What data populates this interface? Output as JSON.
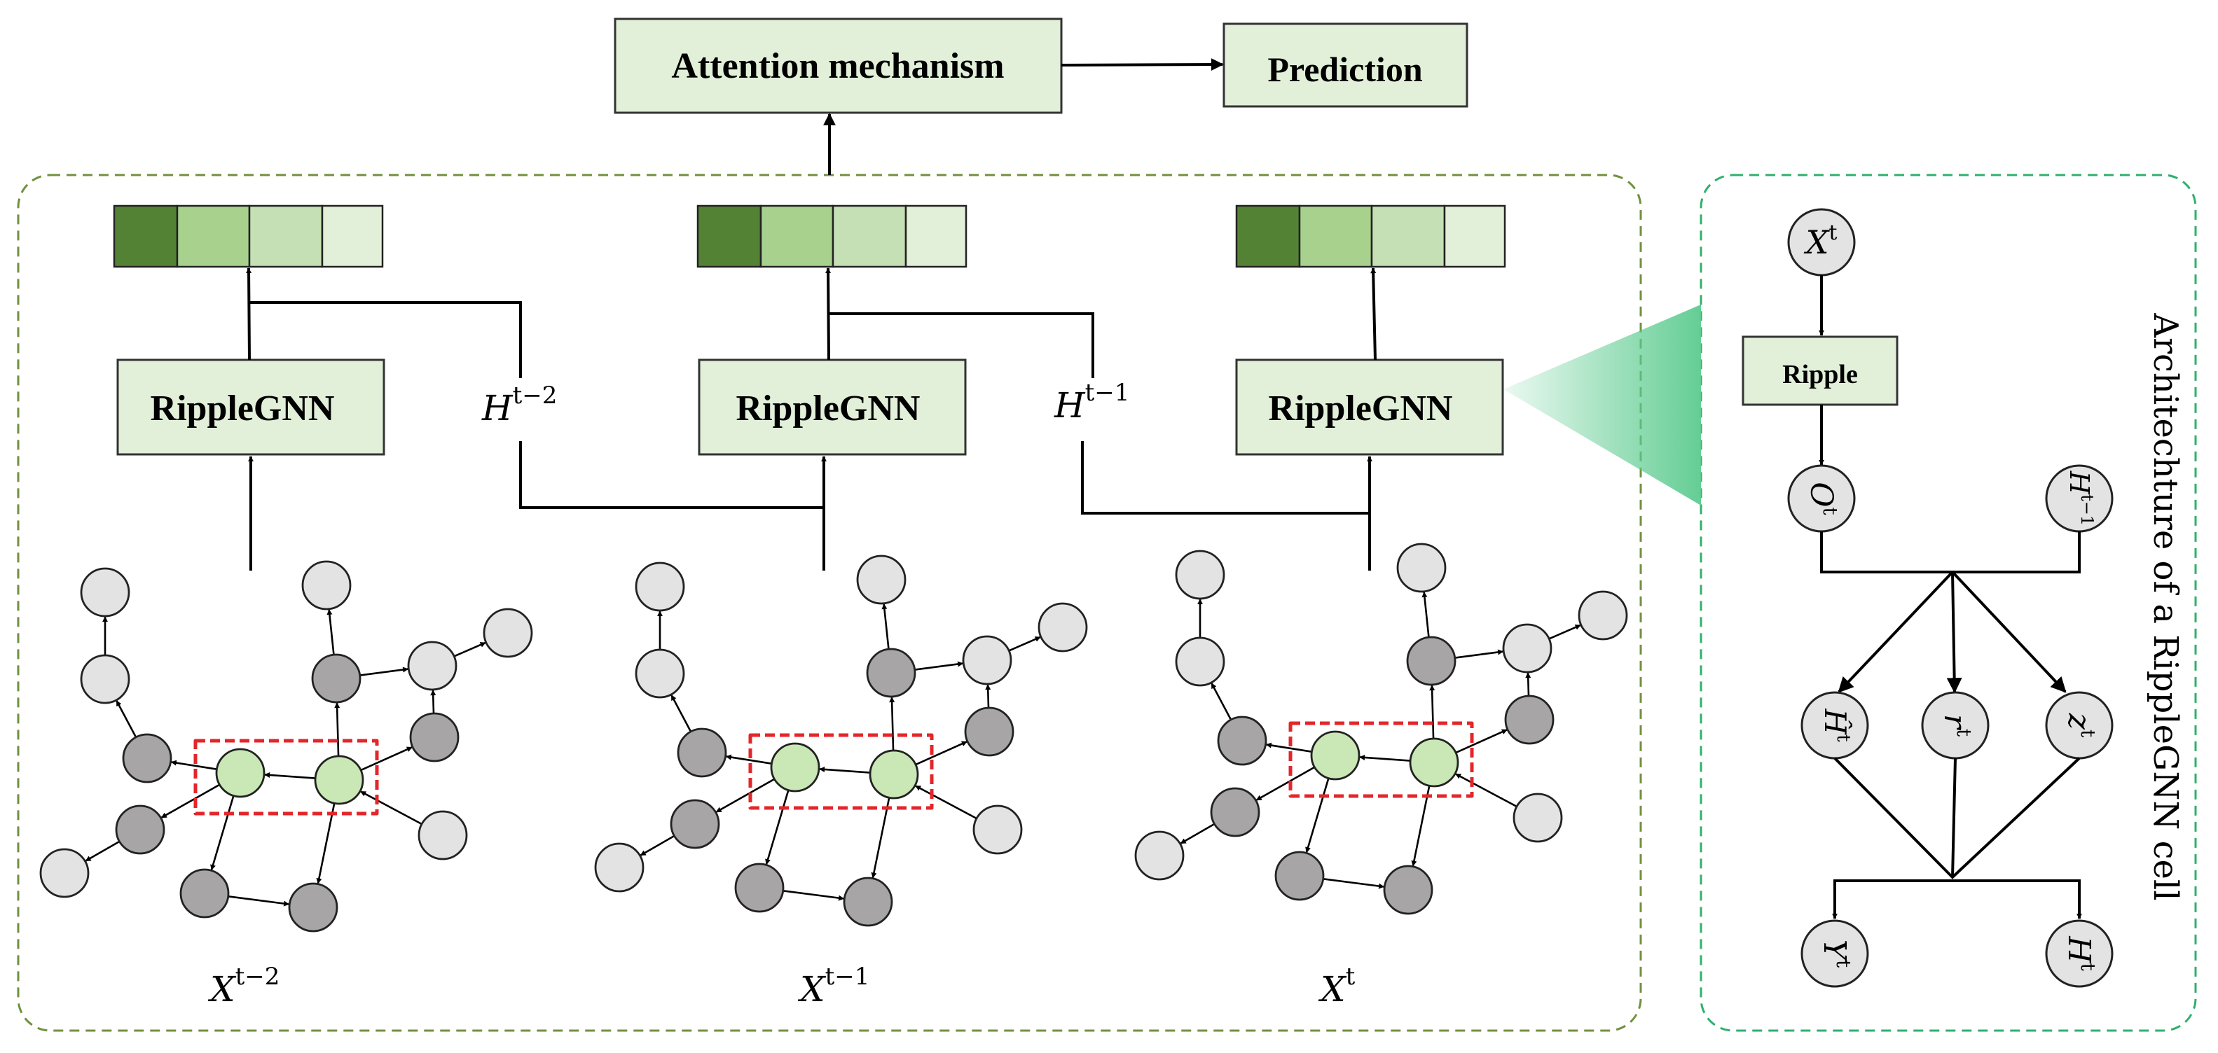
{
  "attention_label": "Attention mechanism",
  "prediction_label": "Prediction",
  "gnn_label": "RippleGNN",
  "ripple_label": "Ripple",
  "cell_title": "Architechture of a RippleGNN cell",
  "hidden_states": [
    {
      "base": "H",
      "sup": "t−2"
    },
    {
      "base": "H",
      "sup": "t−1"
    }
  ],
  "inputs": [
    {
      "base": "X",
      "sup": "t−2"
    },
    {
      "base": "X",
      "sup": "t−1"
    },
    {
      "base": "X",
      "sup": "t"
    }
  ],
  "cell_nodes": {
    "x": {
      "base": "X",
      "sup": "t"
    },
    "o": {
      "base": "O",
      "sup": "t"
    },
    "hprev": {
      "base": "H",
      "sup": "t−1"
    },
    "hhat": {
      "base": "Ĥ",
      "sup": "t"
    },
    "r": {
      "base": "r",
      "sup": "t"
    },
    "z": {
      "base": "z",
      "sup": "t"
    },
    "y": {
      "base": "Y",
      "sup": "t"
    },
    "h": {
      "base": "H",
      "sup": "t"
    }
  },
  "colors": {
    "box_fill": "#e2f0d9",
    "embedding_shades": [
      "#548235",
      "#a9d18e",
      "#c5e0b4",
      "#e2f0d9"
    ],
    "graph_panel_border": "#70913f",
    "cell_panel_border": "#2fb06e",
    "highlight_border": "#e3262a",
    "zoom_gradient": "#5ccb8f"
  }
}
